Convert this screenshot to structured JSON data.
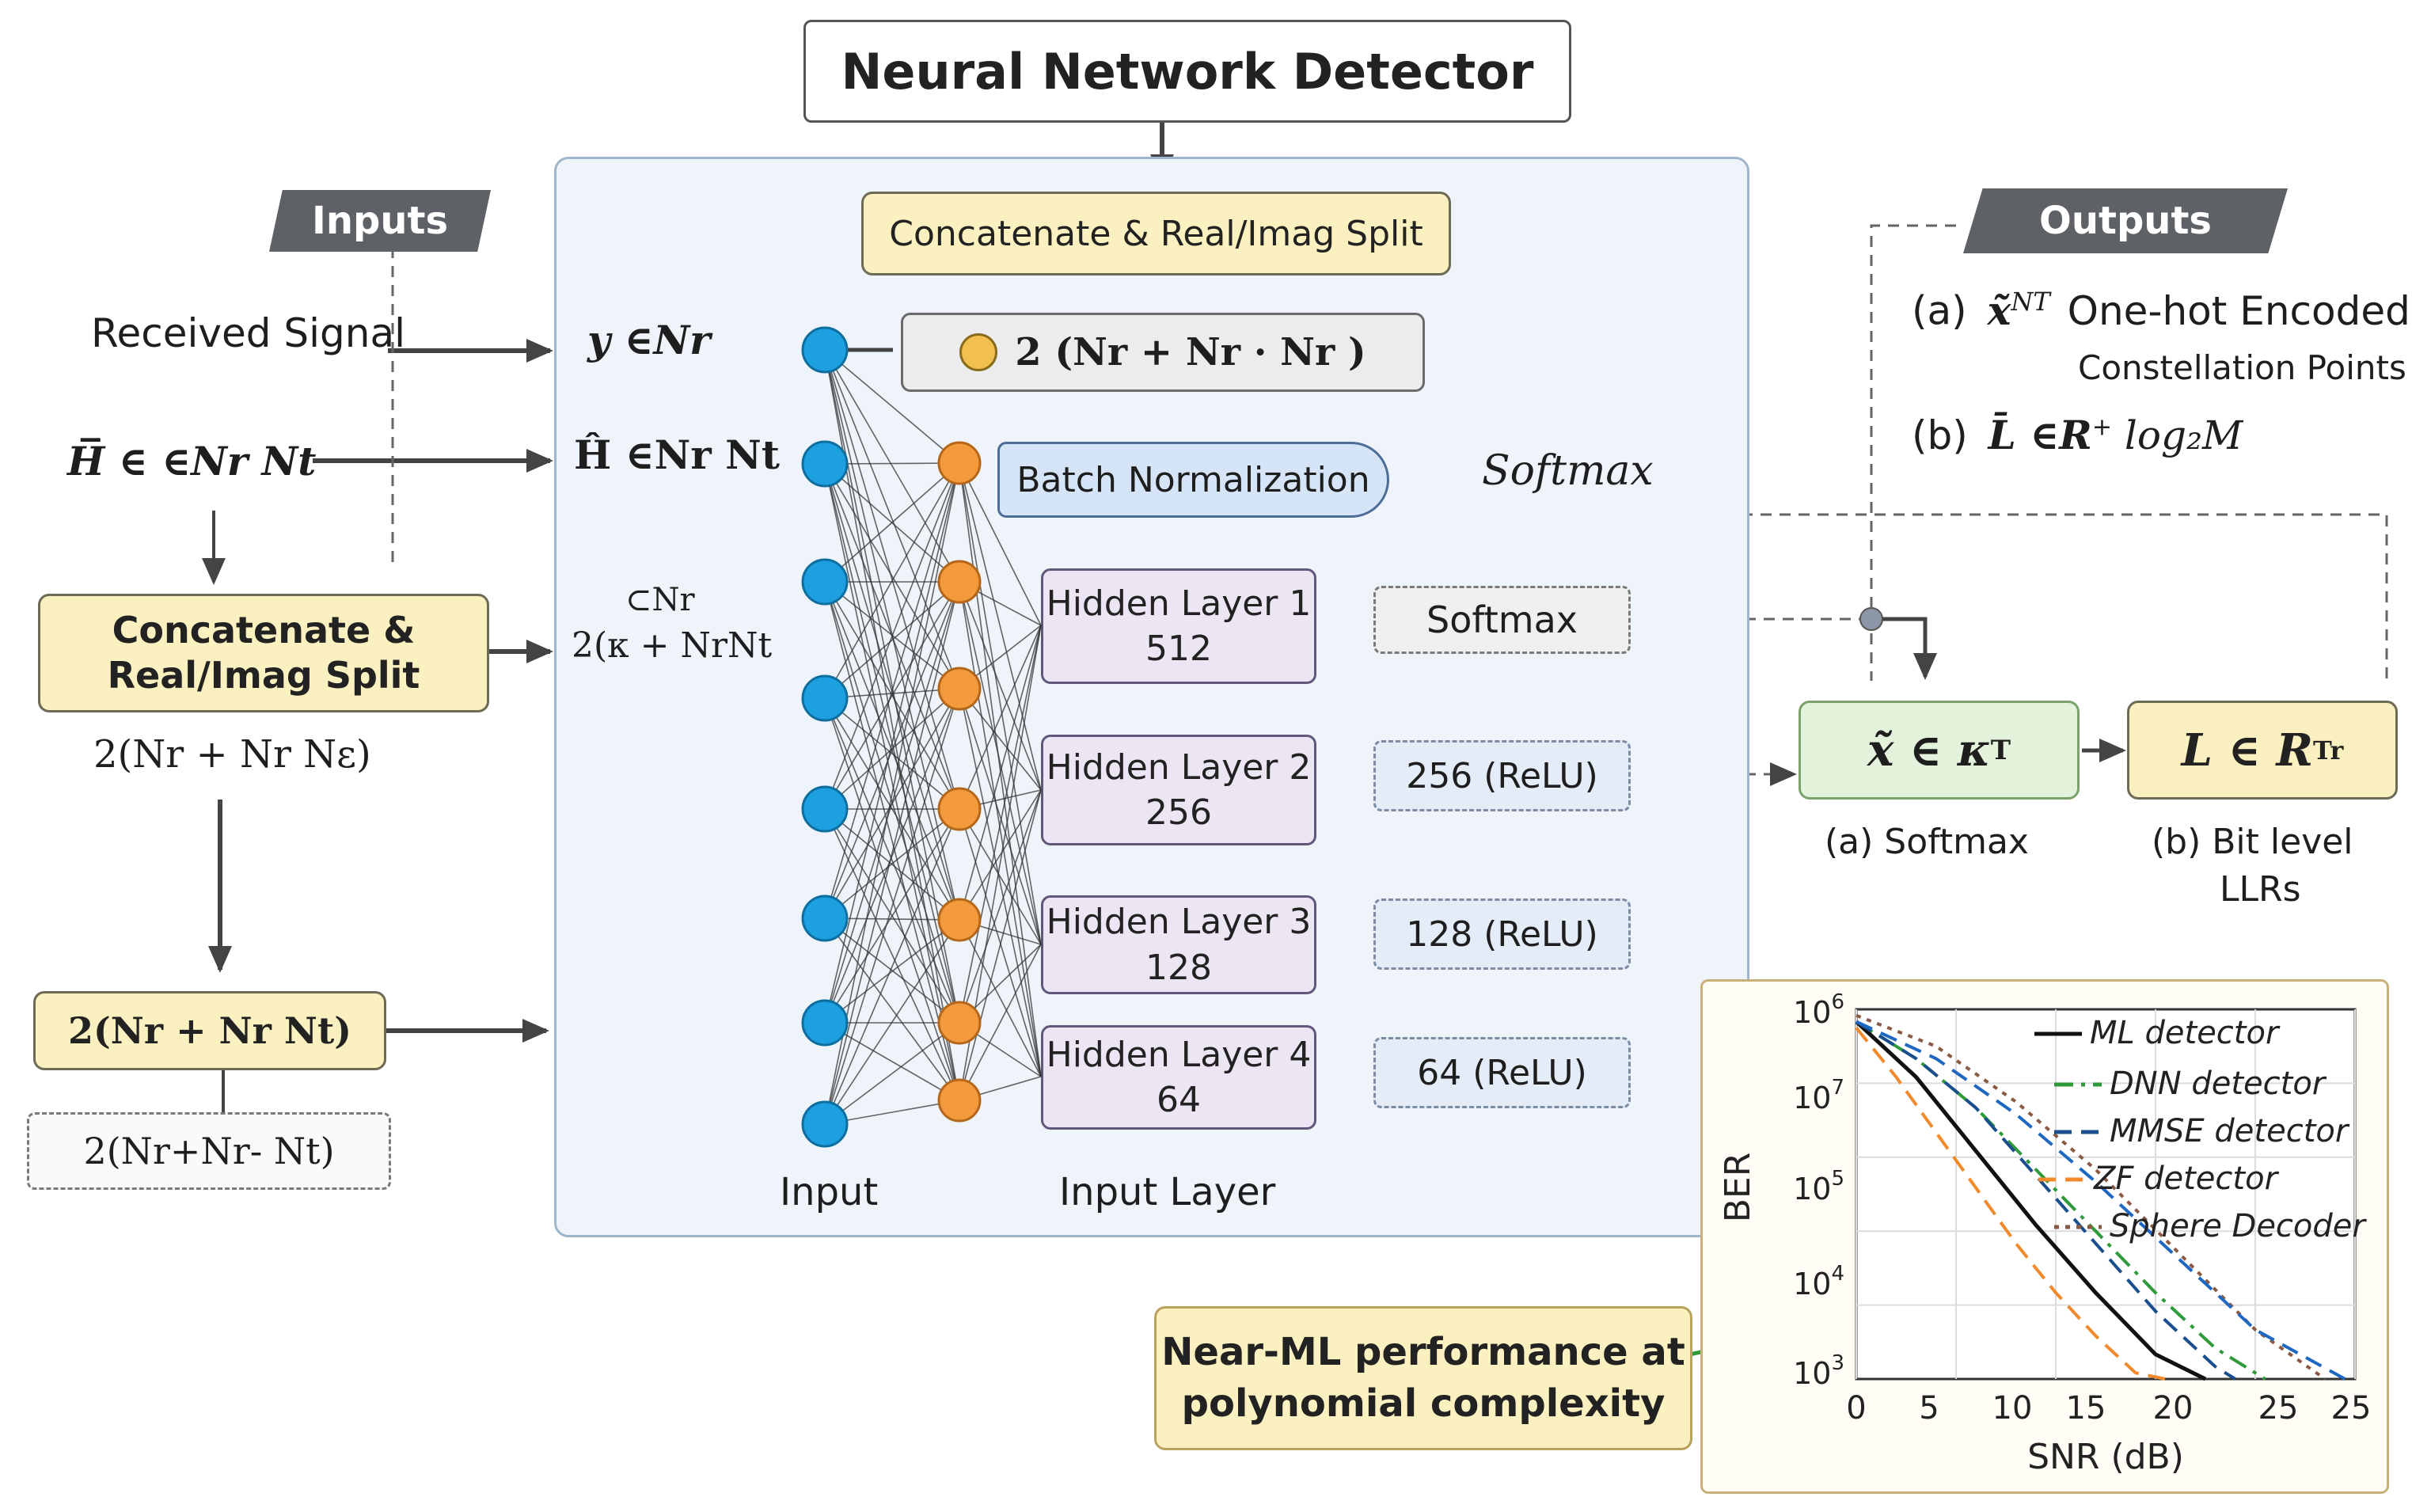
{
  "title": "Neural Network Detector",
  "inputs": {
    "tag": "Inputs",
    "received_signal": "Received Signal",
    "channel_symbol": "H̅ ∈ ∈Nr Nt",
    "concat_box": [
      "Concatenate &",
      "Real/Imag Split"
    ],
    "dim_label": "2(Nr + Nr Nε)",
    "dim_box": "2(Nr + Nr Nt)",
    "dim_dashed": "2(Nr+Nr- Nt)"
  },
  "network": {
    "y_label": "y ∈Nr",
    "h_label": "Ĥ ∈Nr Nt",
    "in_label_top": "⊂Nr",
    "in_label_bottom": "2(κ + NrNt",
    "concat_top": "Concatenate & Real/Imag Split",
    "dim_top": "2 (Nr + Nr · Nr )",
    "batch_norm": "Batch Normalization",
    "softmax_side": "Softmax",
    "hidden_layers": [
      {
        "name": "Hidden Layer 1",
        "size": "512",
        "side": "Softmax"
      },
      {
        "name": "Hidden Layer 2",
        "size": "256",
        "side": "256 (ReLU)"
      },
      {
        "name": "Hidden Layer 3",
        "size": "128",
        "side": "128 (ReLU)"
      },
      {
        "name": "Hidden Layer 4",
        "size": "64",
        "side": "64 (ReLU)"
      }
    ],
    "input_caption": "Input",
    "input_layer_caption": "Input Layer"
  },
  "outputs": {
    "tag": "Outputs",
    "a_prefix": "(a)",
    "a_symbol": "x̃",
    "a_sup": "NT",
    "a_text": "One-hot Encoded",
    "a_text2": "Constellation Points",
    "b_prefix": "(b)",
    "b_symbol": "L̄ ∈R",
    "b_sup": "+",
    "b_tail": "log₂M",
    "x_box": "x̃ ∈ κ",
    "x_box_sup": "T",
    "l_box": "L ∈ R",
    "l_box_sup": "Tr",
    "cap_a": "(a)  Softmax",
    "cap_b1": "(b)  Bit level",
    "cap_b2": "LLRs"
  },
  "callout": [
    "Near-ML performance at",
    "polynomial complexity"
  ],
  "colors": {
    "input_node": "#1ea0e0",
    "hidden_node": "#f39a3c",
    "ml": "#111111",
    "dnn": "#2e9a3a",
    "mmse": "#1b4e8c",
    "zf": "#f08a2c",
    "sphere": "#8a5a44"
  },
  "chart_data": {
    "type": "line",
    "title": "",
    "xlabel": "SNR (dB)",
    "ylabel": "BER",
    "x_ticks": [
      "0",
      "5",
      "10",
      "15",
      "20",
      "25"
    ],
    "x_extra_tick": "25",
    "y_ticks": [
      {
        "base": "10",
        "exp": "3"
      },
      {
        "base": "10",
        "exp": "4"
      },
      {
        "base": "10",
        "exp": "5"
      },
      {
        "base": "10",
        "exp": "7"
      },
      {
        "base": "10",
        "exp": "6"
      }
    ],
    "xlim": [
      0,
      25
    ],
    "ylim_log": [
      -6,
      0
    ],
    "series": [
      {
        "name": "ML detector",
        "style": "solid",
        "color": "#111111",
        "x": [
          0,
          3,
          6,
          9,
          12,
          15,
          17.5
        ],
        "y_log": [
          -0.2,
          -1.1,
          -2.3,
          -3.5,
          -4.6,
          -5.6,
          -6.0
        ]
      },
      {
        "name": "DNN detector",
        "style": "dashdot",
        "color": "#2e9a3a",
        "x": [
          0,
          3,
          6,
          9,
          12,
          15,
          18,
          20.5
        ],
        "y_log": [
          -0.2,
          -0.8,
          -1.6,
          -2.6,
          -3.6,
          -4.6,
          -5.5,
          -6.0
        ]
      },
      {
        "name": "MMSE detector",
        "style": "dashed",
        "color": "#1b4e8c",
        "x": [
          0,
          3,
          6,
          9,
          12,
          15,
          18,
          19
        ],
        "y_log": [
          -0.2,
          -0.8,
          -1.6,
          -2.7,
          -3.8,
          -4.9,
          -5.8,
          -6.0
        ]
      },
      {
        "name": "ZF detector",
        "style": "dashed",
        "color": "#f08a2c",
        "x": [
          0,
          2,
          4,
          6,
          8,
          10,
          12,
          14,
          15.5
        ],
        "y_log": [
          -0.3,
          -1.1,
          -2.0,
          -2.9,
          -3.8,
          -4.6,
          -5.3,
          -5.9,
          -6.0
        ]
      },
      {
        "name": "Sphere Decoder",
        "style": "dotted",
        "color": "#8a5a44",
        "x": [
          0,
          4,
          8,
          12,
          16,
          20,
          23.5
        ],
        "y_log": [
          -0.1,
          -0.6,
          -1.5,
          -2.6,
          -3.9,
          -5.2,
          -6.0
        ]
      },
      {
        "name": "",
        "style": "dashed",
        "color": "#1f68c2",
        "x": [
          0,
          4,
          8,
          12,
          16,
          20,
          24.5
        ],
        "y_log": [
          -0.2,
          -0.8,
          -1.7,
          -2.8,
          -4.0,
          -5.2,
          -6.0
        ]
      }
    ]
  }
}
